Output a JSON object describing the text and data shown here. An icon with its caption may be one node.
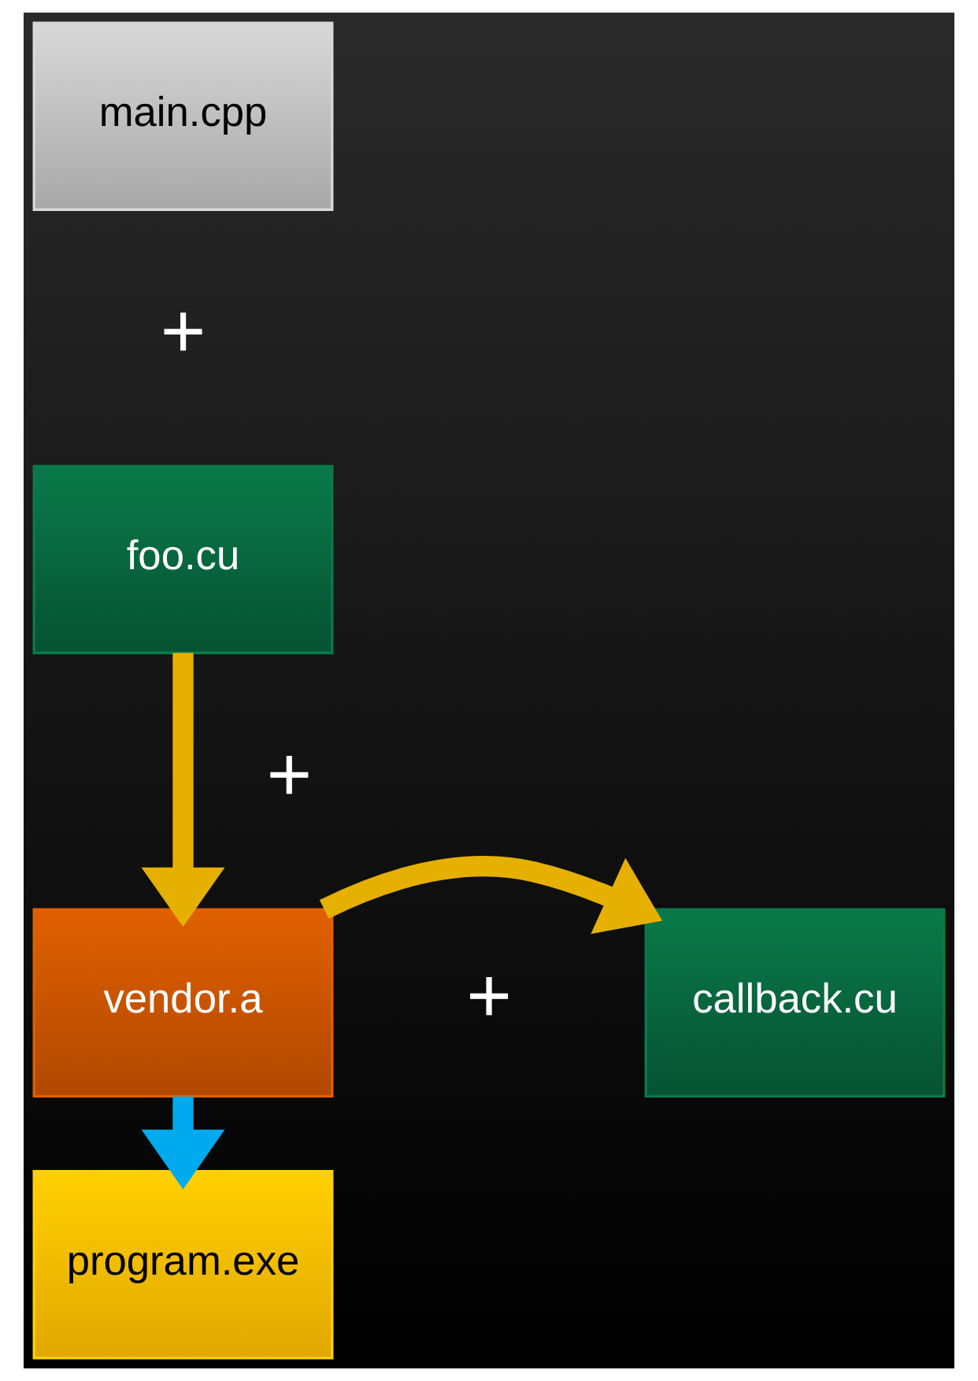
{
  "diagram": {
    "nodes": [
      {
        "text": [
          "main.cpp"
        ]
      },
      {
        "text": [
          "foo.cu"
        ]
      },
      {
        "text": [
          "vendor.a"
        ]
      },
      {
        "text": [
          "callback.cu"
        ]
      },
      {
        "text": [
          "program.exe"
        ]
      }
    ],
    "edges": [
      {
        "from": 1,
        "to": 2,
        "arrow": "to"
      },
      {
        "from": 2,
        "to": 3,
        "arrow": "to"
      },
      {
        "from": 2,
        "to": 4,
        "arrow": "to",
        "color": "#00aaee"
      }
    ],
    "labels": [
      "+",
      "+",
      "+"
    ]
  }
}
